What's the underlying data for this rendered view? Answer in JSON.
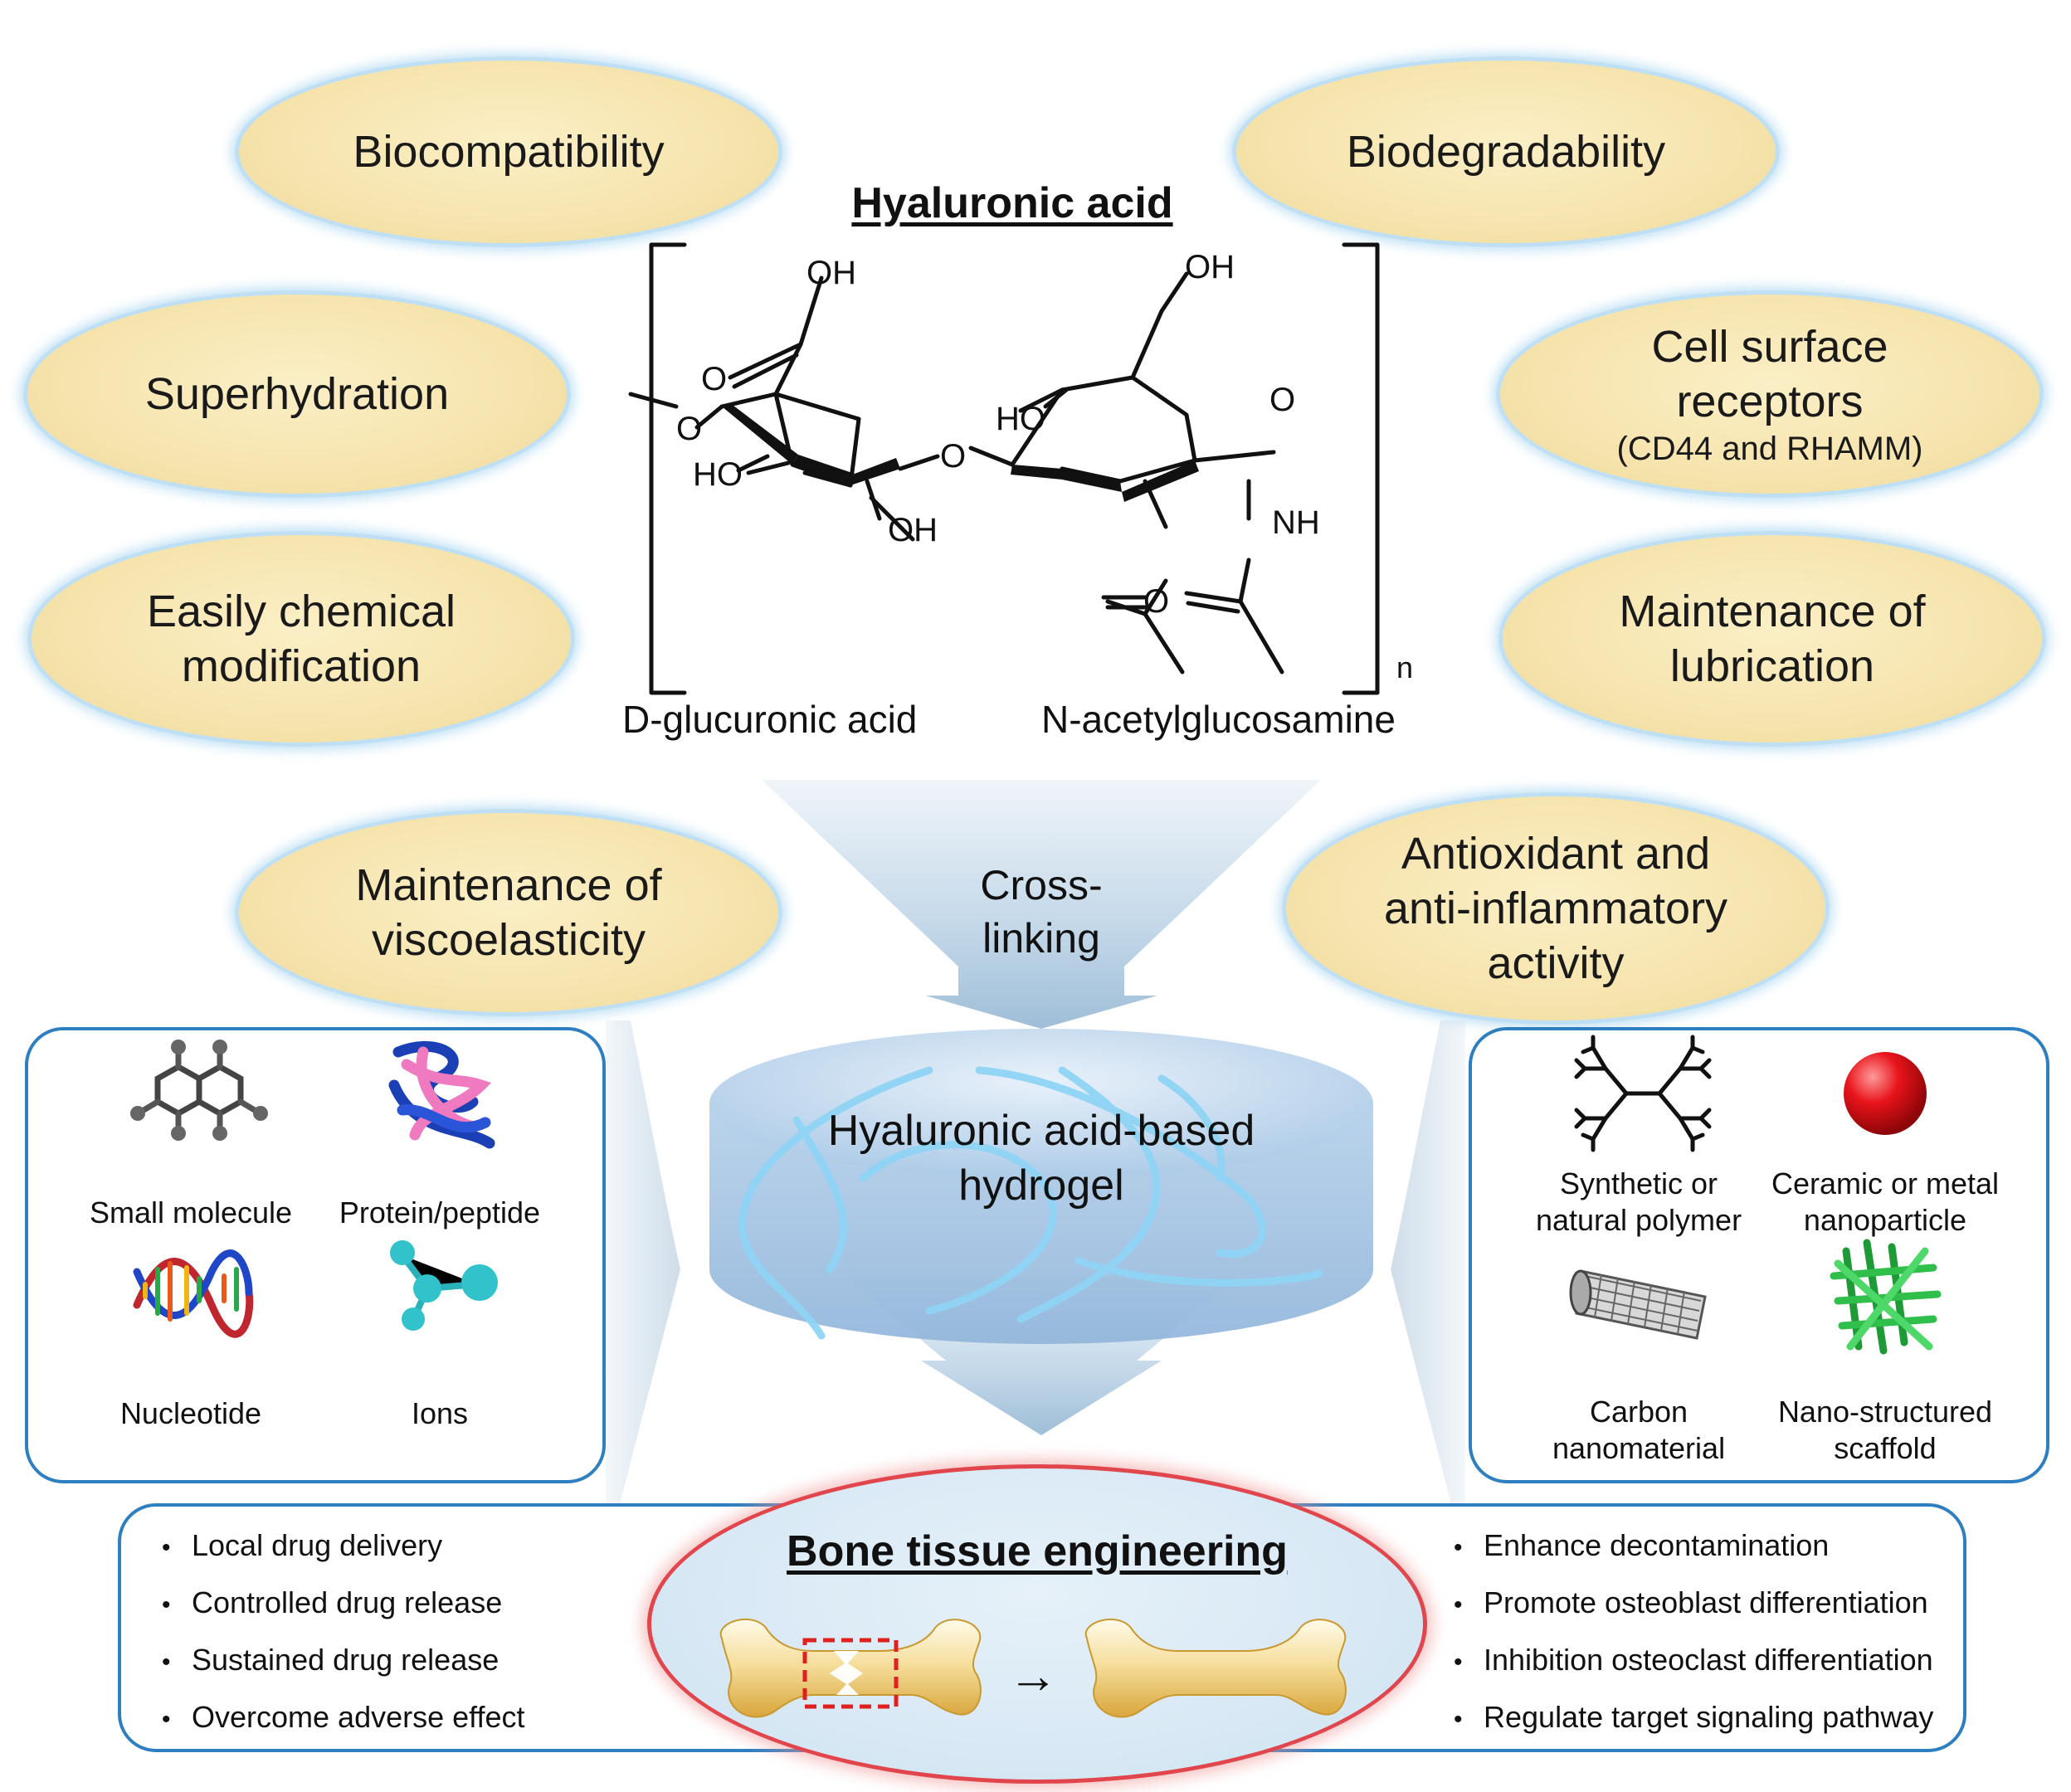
{
  "center": {
    "title": "Hyaluronic acid",
    "label_left": "D-glucuronic acid",
    "label_right": "N-acetylglucosamine",
    "subscript": "n",
    "atoms": {
      "oh1": "OH",
      "o_carbonyl": "O",
      "o_link1": "O",
      "ho1": "HO",
      "oh2": "OH",
      "ho2": "HO",
      "o_link2": "O",
      "o_ring": "O",
      "oh3": "OH",
      "nh": "NH",
      "o_amide": "O"
    },
    "crosslink": [
      "Cross-",
      "linking"
    ],
    "hydrogel": [
      "Hyaluronic acid-based",
      "hydrogel"
    ]
  },
  "properties": {
    "biocompatibility": [
      "Biocompatibility"
    ],
    "biodegradability": [
      "Biodegradability"
    ],
    "superhydration": [
      "Superhydration"
    ],
    "cell_surface": [
      "Cell surface",
      "receptors"
    ],
    "cell_surface_note": "(CD44 and RHAMM)",
    "chemical_mod": [
      "Easily chemical",
      "modification"
    ],
    "lubrication": [
      "Maintenance of",
      "lubrication"
    ],
    "viscoelasticity": [
      "Maintenance of",
      "viscoelasticity"
    ],
    "antioxidant": [
      "Antioxidant and",
      "anti-inflammatory",
      "activity"
    ]
  },
  "left_panel": {
    "items": [
      {
        "icon": "small-molecule-icon",
        "label": [
          "Small molecule"
        ]
      },
      {
        "icon": "protein-icon",
        "label": [
          "Protein/peptide"
        ]
      },
      {
        "icon": "dna-icon",
        "label": [
          "Nucleotide"
        ]
      },
      {
        "icon": "ions-icon",
        "label": [
          "Ions"
        ]
      }
    ]
  },
  "right_panel": {
    "items": [
      {
        "icon": "dendrimer-icon",
        "label": [
          "Synthetic or",
          "natural polymer"
        ]
      },
      {
        "icon": "nanoparticle-icon",
        "label": [
          "Ceramic or metal",
          "nanoparticle"
        ]
      },
      {
        "icon": "nanotube-icon",
        "label": [
          "Carbon",
          "nanomaterial"
        ]
      },
      {
        "icon": "scaffold-icon",
        "label": [
          "Nano-structured",
          "scaffold"
        ]
      }
    ]
  },
  "bottom": {
    "title": "Bone tissue engineering",
    "arrow": "→",
    "left_bullets": [
      "Local drug delivery",
      "Controlled drug release",
      "Sustained drug release",
      "Overcome adverse effect"
    ],
    "right_bullets": [
      "Enhance decontamination",
      "Promote osteoblast differentiation",
      "Inhibition osteoclast differentiation",
      "Regulate target signaling pathway"
    ]
  },
  "colors": {
    "ellipse_fill": "#f6e4ad",
    "ellipse_glow": "#bfe0f4",
    "panel_border": "#2e7fc1",
    "bone_circle_border": "#e0464c",
    "bone_circle_fill": "#d9ebf6",
    "defect_dash": "#e0201e",
    "nanoparticle": "#e8141b",
    "scaffold": "#2fbf4a"
  }
}
